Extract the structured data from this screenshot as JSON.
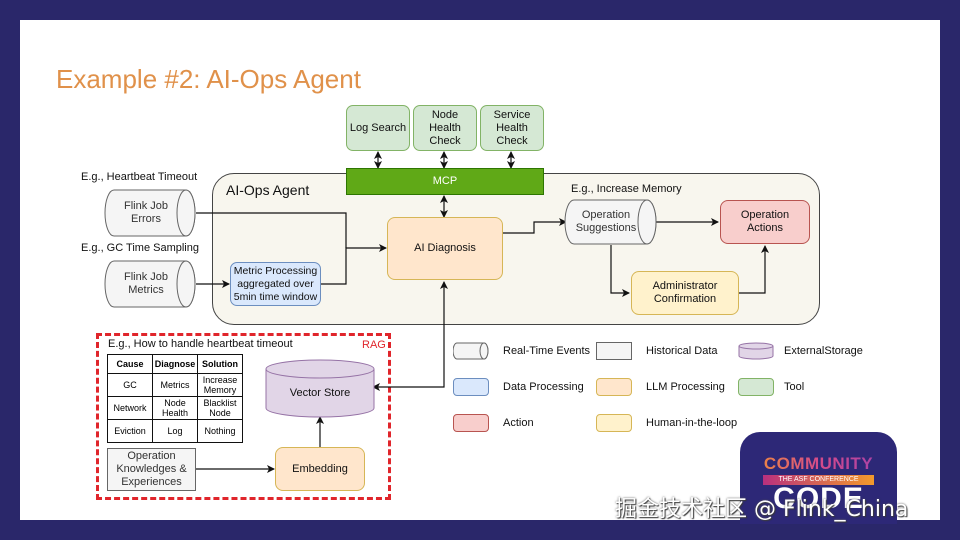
{
  "slide": {
    "title": "Example #2: AI-Ops Agent"
  },
  "tools": [
    {
      "label": "Log Search"
    },
    {
      "label": "Node Health Check"
    },
    {
      "label": "Service Health Check"
    }
  ],
  "mcp": {
    "label": "MCP"
  },
  "agent": {
    "title": "AI-Ops Agent",
    "diagnosis": "AI Diagnosis",
    "metric_processing": "Metric Processing aggregated over 5min time window",
    "suggestions_example": "E.g., Increase Memory",
    "suggestions": "Operation Suggestions",
    "actions": "Operation Actions",
    "admin": "Administrator Confirmation"
  },
  "inputs": [
    {
      "example": "E.g., Heartbeat Timeout",
      "label": "Flink Job Errors"
    },
    {
      "example": "E.g., GC Time Sampling",
      "label": "Flink Job Metrics"
    }
  ],
  "rag": {
    "tag": "RAG",
    "example": "E.g., How to handle heartbeat timeout",
    "table": {
      "headers": [
        "Cause",
        "Diagnose",
        "Solution"
      ],
      "rows": [
        [
          "GC",
          "Metrics",
          "Increase Memory"
        ],
        [
          "Network",
          "Node Health",
          "Blacklist Node"
        ],
        [
          "Eviction",
          "Log",
          "Nothing"
        ]
      ]
    },
    "knowledge": "Operation Knowledges & Experiences",
    "embedding": "Embedding",
    "vector_store": "Vector Store"
  },
  "legend": [
    {
      "label": "Real-Time Events",
      "shape": "cylinder-horizontal",
      "fill": "#f5f5f5",
      "stroke": "#666666"
    },
    {
      "label": "Historical Data",
      "shape": "rect",
      "fill": "#f5f5f5",
      "stroke": "#666666"
    },
    {
      "label": "ExternalStorage",
      "shape": "cylinder",
      "fill": "#e1d5e7",
      "stroke": "#9673a6"
    },
    {
      "label": "Data Processing",
      "shape": "rounded",
      "fill": "#dae8fc",
      "stroke": "#6c8ebf"
    },
    {
      "label": "LLM Processing",
      "shape": "rounded",
      "fill": "#ffe6cc",
      "stroke": "#d6b656"
    },
    {
      "label": "Tool",
      "shape": "rounded",
      "fill": "#d5e8d4",
      "stroke": "#82b366"
    },
    {
      "label": "Action",
      "shape": "rounded",
      "fill": "#f8cecc",
      "stroke": "#b85450"
    },
    {
      "label": "Human-in-the-loop",
      "shape": "rounded",
      "fill": "#fff2cc",
      "stroke": "#d6b656"
    }
  ],
  "logo": {
    "line1": "COMMUNITY",
    "line2": "THE ASF CONFERENCE",
    "line3": "CODE"
  },
  "watermark": "掘金技术社区 @ Flink_China",
  "colors": {
    "title": "#e0914a",
    "frame": "#2a276a",
    "rag_border": "#e0252b",
    "mcp": "#60a917"
  }
}
